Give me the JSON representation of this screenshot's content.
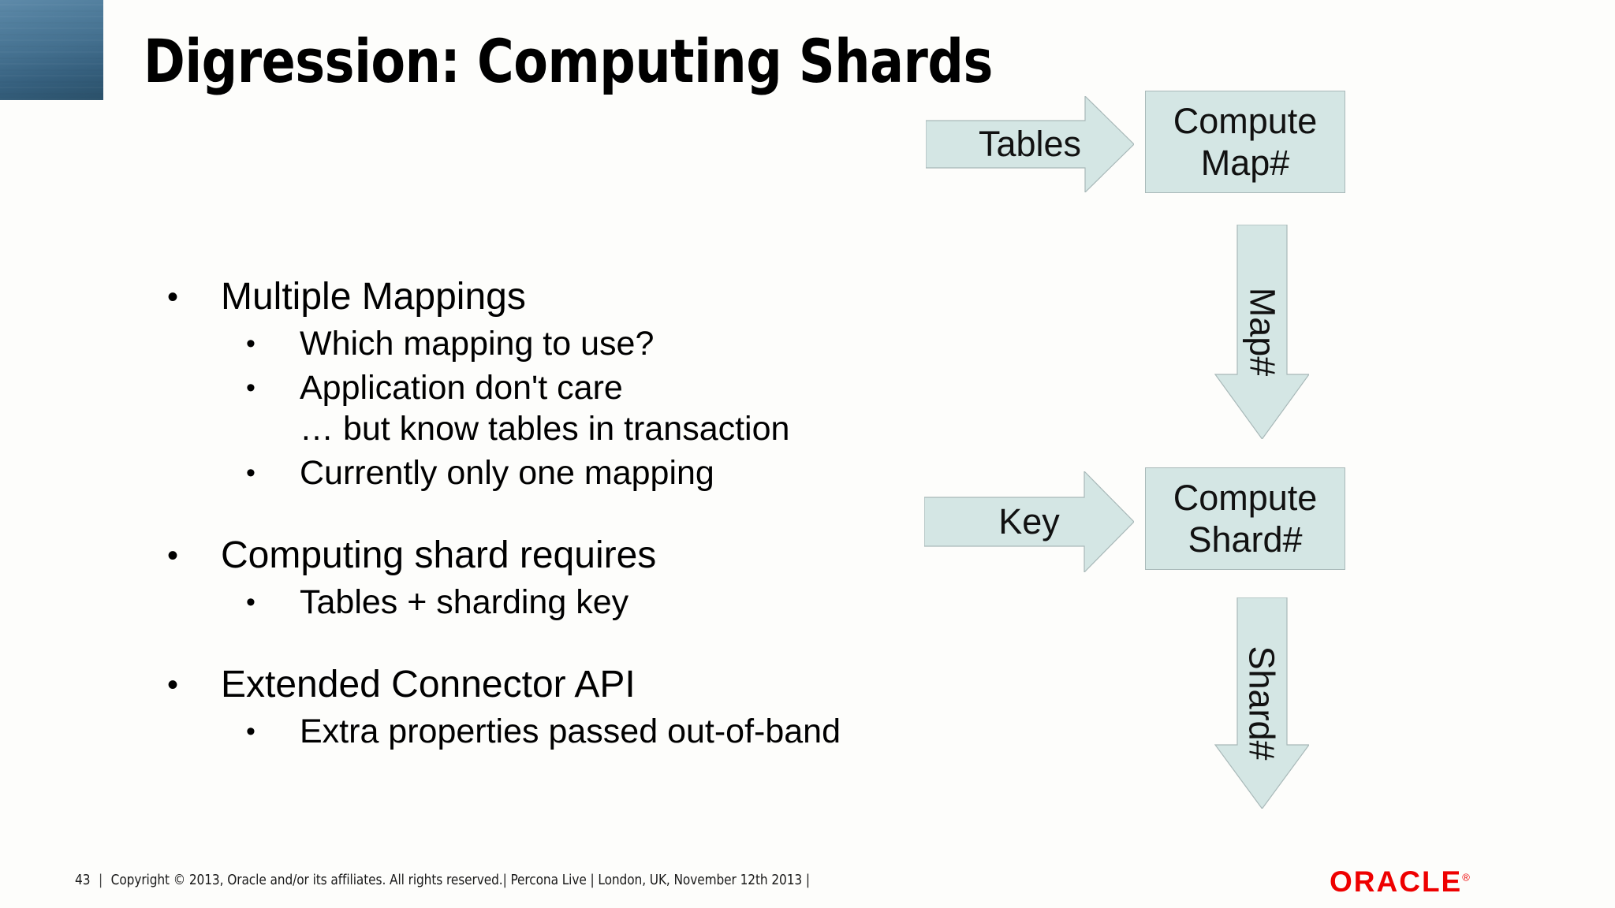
{
  "slide": {
    "title": "Digression: Computing Shards",
    "page_number": "43"
  },
  "bullets": [
    {
      "level": 1,
      "text": "Multiple Mappings"
    },
    {
      "level": 2,
      "text": "Which mapping to use?"
    },
    {
      "level": 2,
      "text": "Application don't care"
    },
    {
      "level": 2,
      "continuation": true,
      "text": "… but know tables in transaction"
    },
    {
      "level": 2,
      "text": "Currently only one mapping"
    },
    {
      "level": 1,
      "text": "Computing shard requires"
    },
    {
      "level": 2,
      "text": "Tables + sharding key"
    },
    {
      "level": 1,
      "text": "Extended Connector API"
    },
    {
      "level": 2,
      "text": "Extra properties passed out-of-band"
    }
  ],
  "bullet_marker": "•",
  "diagram": {
    "fill_color": "#d4e6e4",
    "stroke_color": "#a8b8b8",
    "arrow_tables_label": "Tables",
    "box_compute_map_line1": "Compute",
    "box_compute_map_line2": "Map#",
    "arrow_map_label": "Map#",
    "arrow_key_label": "Key",
    "box_compute_shard_line1": "Compute",
    "box_compute_shard_line2": "Shard#",
    "arrow_shard_label": "Shard#"
  },
  "footer": {
    "page_number": "43",
    "separator": "|",
    "copyright": "Copyright © 2013, Oracle and/or its affiliates. All rights reserved.| Percona Live | London, UK, November 12th 2013 |"
  },
  "brand": {
    "logo_text": "ORACLE",
    "registered_mark": "®",
    "logo_color": "#ee0000",
    "accent_block_color": "#44708f"
  }
}
